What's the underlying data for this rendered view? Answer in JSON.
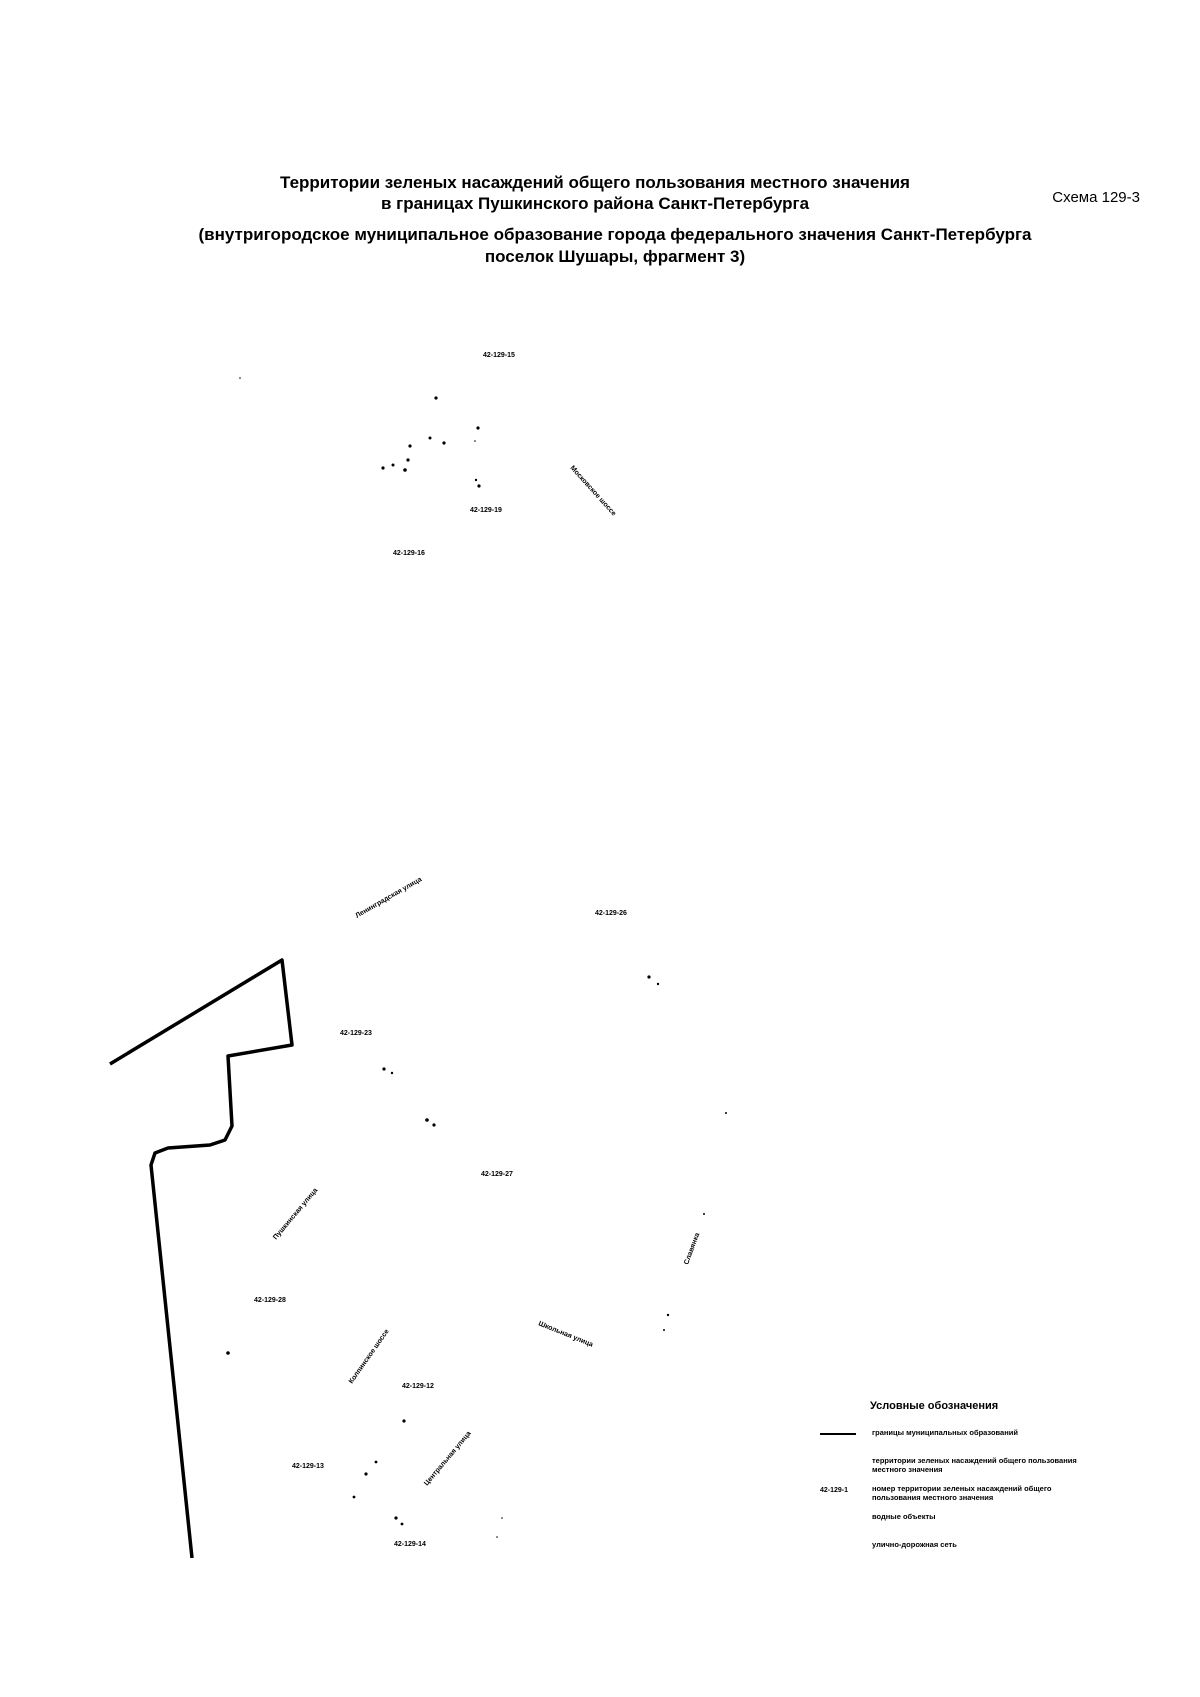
{
  "title": {
    "line1": "Территории зеленых насаждений общего пользования местного значения",
    "line2": "в границах Пушкинского района Санкт-Петербурга"
  },
  "subtitle": {
    "line1": "(внутригородское муниципальное образование города федерального значения Санкт-Петербурга",
    "line2": "поселок Шушары, фрагмент 3)"
  },
  "scheme_label": "Схема 129-3",
  "territory_labels": {
    "t15": "42-129-15",
    "t19": "42-129-19",
    "t16": "42-129-16",
    "t26": "42-129-26",
    "t23": "42-129-23",
    "t27": "42-129-27",
    "t28": "42-129-28",
    "t12a": "42-129-12",
    "t13": "42-129-13",
    "t14": "42-129-14"
  },
  "street_labels": {
    "s1": "Московское шоссе",
    "s2": "Ленинградская улица",
    "s3": "Пушкинская улица",
    "s4": "Колпинское шоссе",
    "s5": "Школьная улица",
    "s6": "Славянка",
    "s7": "Центральная улица"
  },
  "legend": {
    "title": "Условные обозначения",
    "items": [
      {
        "symbol": "",
        "text": "границы муниципальных образований"
      },
      {
        "symbol": "",
        "text": "территории зеленых насаждений общего пользования местного значения"
      },
      {
        "symbol": "42-129-1",
        "text": "номер территории зеленых насаждений общего пользования местного значения"
      },
      {
        "symbol": "",
        "text": "водные объекты"
      },
      {
        "symbol": "",
        "text": "улично-дорожная сеть"
      }
    ]
  }
}
